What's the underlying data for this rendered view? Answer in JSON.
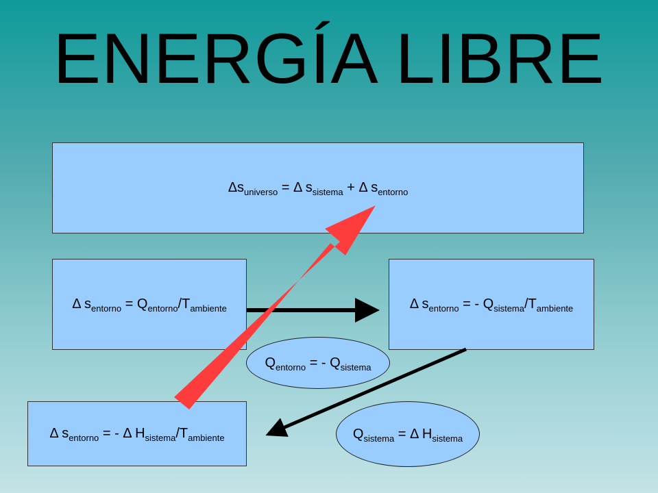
{
  "title": "ENERGÍA LIBRE",
  "colors": {
    "box_fill": "#99ccff",
    "red_arrow": "#ff3c3c",
    "black_arrow": "#000000"
  },
  "boxes": {
    "universe": {
      "p1": "Δs",
      "s1": "universo",
      "p2": " = Δ s",
      "s2": "sistema",
      "p3": " + Δ s",
      "s3": "entorno"
    },
    "left_mid": {
      "p1": "Δ s",
      "s1": "entorno",
      "p2": " = Q",
      "s2": "entorno",
      "p3": "/T",
      "s3": "ambiente"
    },
    "right_mid": {
      "p1": "Δ s",
      "s1": "entorno",
      "p2": " = - Q",
      "s2": "sistema",
      "p3": "/T",
      "s3": "ambiente"
    },
    "bottom_left": {
      "p1": "Δ s",
      "s1": "entorno",
      "p2": " = - Δ H",
      "s2": "sistema",
      "p3": "/T",
      "s3": "ambiente"
    }
  },
  "ovals": {
    "q_entorno": {
      "p1": "Q",
      "s1": "entorno",
      "p2": " = - Q",
      "s2": "sistema"
    },
    "q_sistema": {
      "p1": "Q",
      "s1": "sistema",
      "p2": " = Δ H",
      "s2": "sistema"
    }
  }
}
